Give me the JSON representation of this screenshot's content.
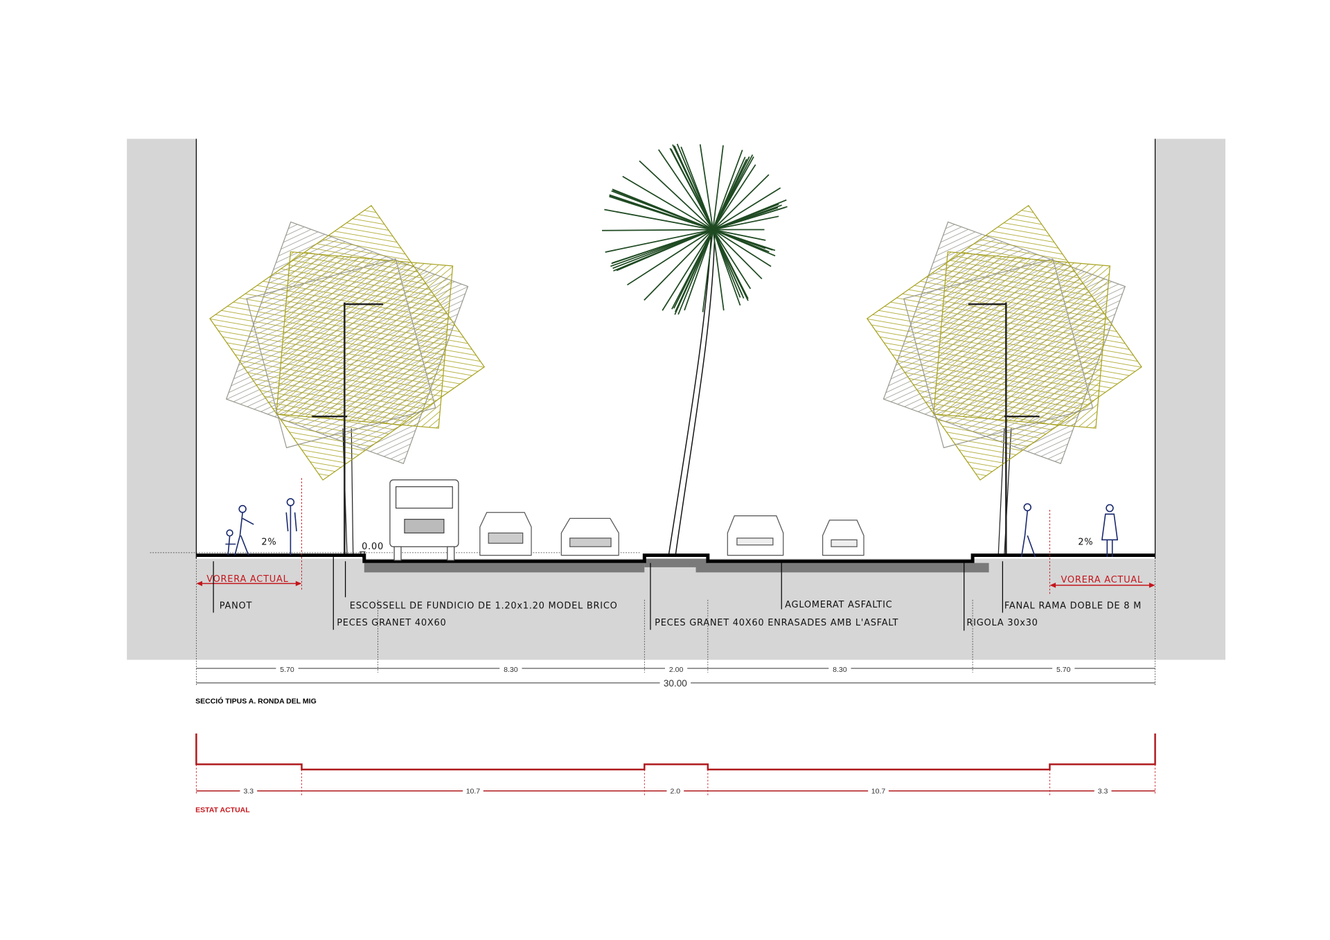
{
  "section": {
    "title": "SECCIÓ TIPUS A. RONDA DEL MIG",
    "level_label": "0.00",
    "slope_left": "2%",
    "slope_right": "2%",
    "vorera_left": "VORERA ACTUAL",
    "vorera_right": "VORERA ACTUAL",
    "labels": {
      "panot": "PANOT",
      "escossell": "ESCOSSELL DE FUNDICIO DE 1.20x1.20 MODEL BRICO",
      "peces_granet": "PECES GRANET 40X60",
      "peces_enrasades": "PECES GRANET 40X60 ENRASADES AMB L'ASFALT",
      "aglomerat": "AGLOMERAT ASFALTIC",
      "rigola": "RIGOLA 30x30",
      "fanal": "FANAL RAMA DOBLE DE 8 M"
    },
    "dimensions": [
      "5.70",
      "8.30",
      "2.00",
      "8.30",
      "5.70"
    ],
    "total": "30.00"
  },
  "current": {
    "title": "ESTAT ACTUAL",
    "dimensions": [
      "3.3",
      "10.7",
      "2.0",
      "10.7",
      "3.3"
    ]
  },
  "colors": {
    "accent_red": "#c4161c",
    "tree_olive": "#a7a21e",
    "tree_gray": "#9a9a92",
    "palm": "#1f4a22",
    "ground_gray": "#d6d6d6"
  }
}
